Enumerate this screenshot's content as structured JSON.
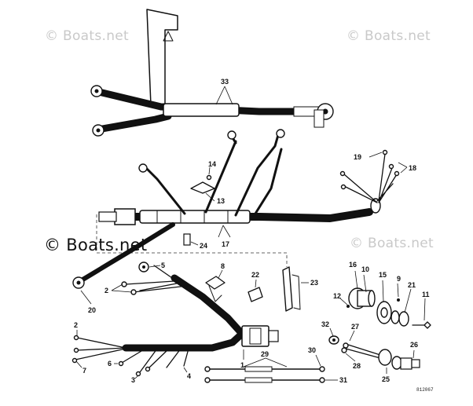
{
  "watermarks": {
    "top_left": "© Boats.net",
    "top_right": "© Boats.net",
    "middle_left": "© Boats.net",
    "middle_right": "© Boats.net"
  },
  "drawing_code": "812067",
  "callouts": [
    "1",
    "2",
    "3",
    "4",
    "5",
    "6",
    "7",
    "8",
    "9",
    "10",
    "11",
    "12",
    "13",
    "14",
    "15",
    "16",
    "17",
    "18",
    "19",
    "20",
    "21",
    "22",
    "23",
    "24",
    "25",
    "26",
    "27",
    "28",
    "29",
    "30",
    "31",
    "32",
    "33"
  ]
}
